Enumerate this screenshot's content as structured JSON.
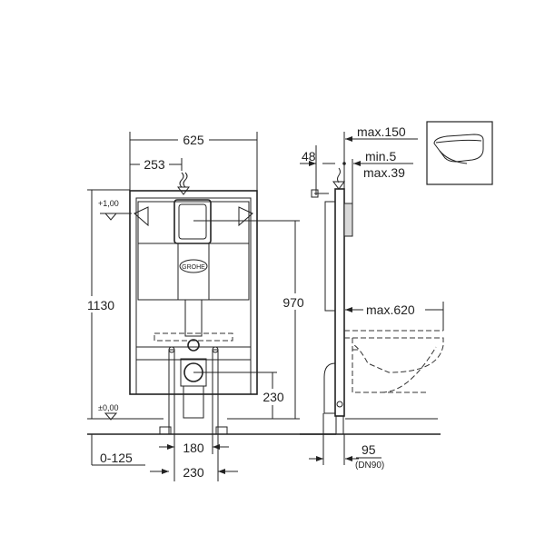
{
  "brand": "GROHE",
  "front_view": {
    "width_total": "625",
    "offset_center": "253",
    "height_total": "1130",
    "level_top": "+1,00",
    "level_floor": "±0,00",
    "button_height": "970",
    "drain_height": "230",
    "floor_adjust": "0-125",
    "leg_inner": "180",
    "leg_outer": "230"
  },
  "side_view": {
    "max_wall": "max.150",
    "depth": "48",
    "min_gap": "min.5",
    "max_gap": "max.39",
    "max_projection": "max.620",
    "drain_offset": "95",
    "drain_size": "(DN90)"
  }
}
